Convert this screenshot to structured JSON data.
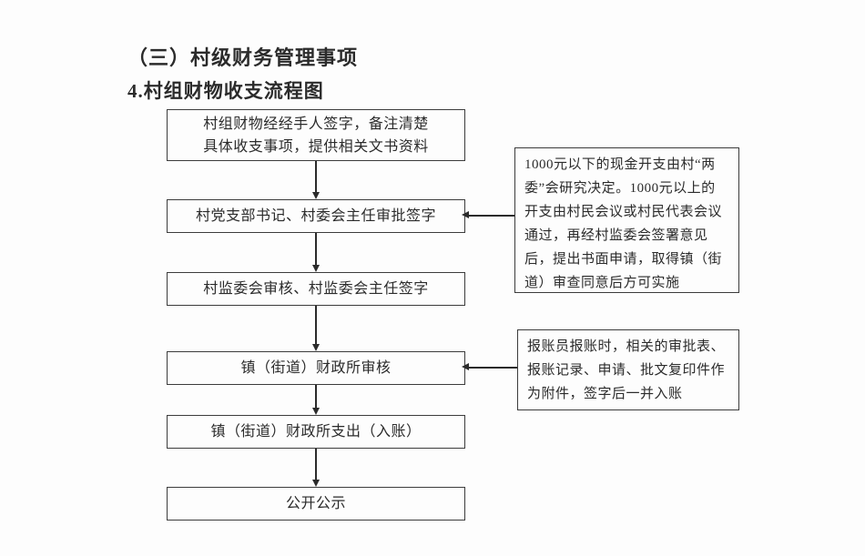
{
  "page": {
    "heading": "（三）村级财务管理事项",
    "subheading": "4.村组财物收支流程图"
  },
  "flowchart": {
    "nodes": [
      {
        "label_line1": "村组财物经经手人签字，备注清楚",
        "label_line2": "具体收支事项，提供相关文书资料"
      },
      {
        "label": "村党支部书记、村委会主任审批签字"
      },
      {
        "label": "村监委会审核、村监委会主任签字"
      },
      {
        "label": "镇（街道）财政所审核"
      },
      {
        "label": "镇（街道）财政所支出（入账）"
      },
      {
        "label": "公开公示"
      }
    ],
    "annotations": [
      {
        "text": "1000元以下的现金开支由村“两委”会研究决定。1000元以上的开支由村民会议或村民代表会议通过，再经村监委会签署意见后，提出书面申请，取得镇（街道）审查同意后方可实施"
      },
      {
        "text": "报账员报账时，相关的审批表、报账记录、申请、批文复印件作为附件，签字后一并入账"
      }
    ]
  },
  "colors": {
    "ink": "#2b2b2b",
    "background": "#fdfdfd"
  }
}
